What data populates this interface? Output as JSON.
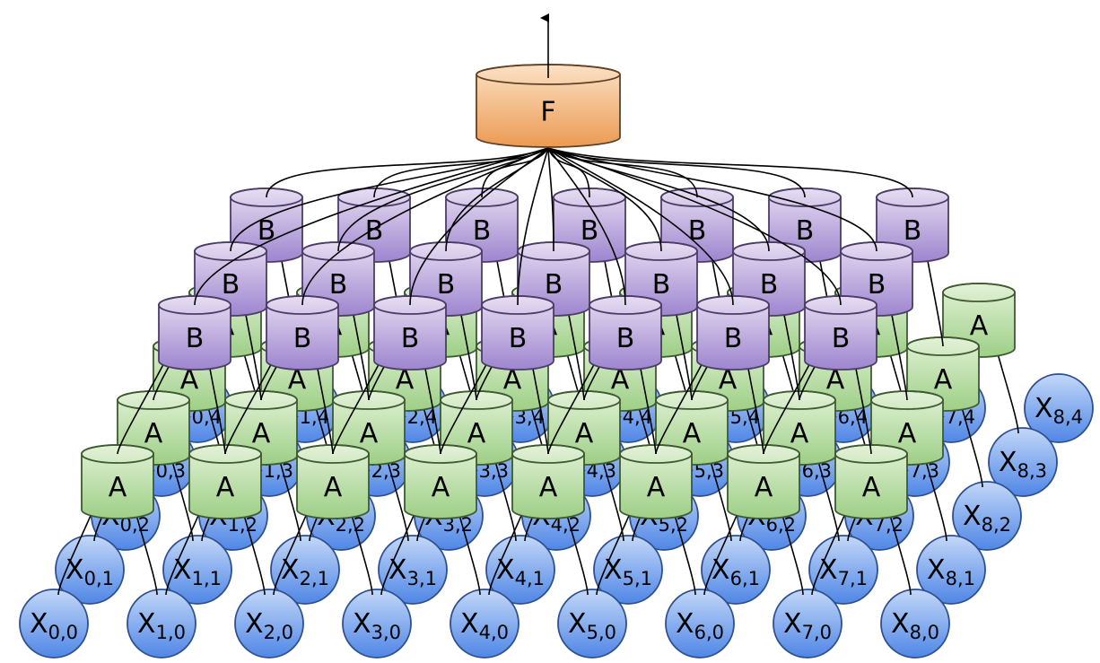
{
  "colors": {
    "x_fill_top": "#c3d8f7",
    "x_fill_bottom": "#4f86e6",
    "x_stroke": "#2d4f8f",
    "a_fill_top": "#e3f2d8",
    "a_fill_bottom": "#9dcf86",
    "a_stroke": "#3e5a33",
    "b_fill_top": "#e7ddf2",
    "b_fill_bottom": "#9d85cf",
    "b_stroke": "#4b3d66",
    "f_fill_top": "#fbe1c4",
    "f_fill_bottom": "#ec9a52",
    "f_stroke": "#5f4226"
  },
  "diagram": {
    "cols": 9,
    "input_rows": 5,
    "input_symbol": "X",
    "inputs": [
      {
        "col": 0,
        "row": 0,
        "subscript": "0,0"
      },
      {
        "col": 1,
        "row": 0,
        "subscript": "1,0"
      },
      {
        "col": 2,
        "row": 0,
        "subscript": "2,0"
      },
      {
        "col": 3,
        "row": 0,
        "subscript": "3,0"
      },
      {
        "col": 4,
        "row": 0,
        "subscript": "4,0"
      },
      {
        "col": 5,
        "row": 0,
        "subscript": "5,0"
      },
      {
        "col": 6,
        "row": 0,
        "subscript": "6,0"
      },
      {
        "col": 7,
        "row": 0,
        "subscript": "7,0"
      },
      {
        "col": 8,
        "row": 0,
        "subscript": "8,0"
      },
      {
        "col": 0,
        "row": 1,
        "subscript": "0,1"
      },
      {
        "col": 1,
        "row": 1,
        "subscript": "1,1"
      },
      {
        "col": 2,
        "row": 1,
        "subscript": "2,1"
      },
      {
        "col": 3,
        "row": 1,
        "subscript": "3,1"
      },
      {
        "col": 4,
        "row": 1,
        "subscript": "4,1"
      },
      {
        "col": 5,
        "row": 1,
        "subscript": "5,1"
      },
      {
        "col": 6,
        "row": 1,
        "subscript": "6,1"
      },
      {
        "col": 7,
        "row": 1,
        "subscript": "7,1"
      },
      {
        "col": 8,
        "row": 1,
        "subscript": "8,1"
      },
      {
        "col": 0,
        "row": 2,
        "subscript": "0,2"
      },
      {
        "col": 1,
        "row": 2,
        "subscript": "1,2"
      },
      {
        "col": 2,
        "row": 2,
        "subscript": "2,2"
      },
      {
        "col": 3,
        "row": 2,
        "subscript": "3,2"
      },
      {
        "col": 4,
        "row": 2,
        "subscript": "4,2"
      },
      {
        "col": 5,
        "row": 2,
        "subscript": "5,2"
      },
      {
        "col": 6,
        "row": 2,
        "subscript": "6,2"
      },
      {
        "col": 7,
        "row": 2,
        "subscript": "7,2"
      },
      {
        "col": 8,
        "row": 2,
        "subscript": "8,2"
      },
      {
        "col": 0,
        "row": 3,
        "subscript": "0,3"
      },
      {
        "col": 1,
        "row": 3,
        "subscript": "1,3"
      },
      {
        "col": 2,
        "row": 3,
        "subscript": "2,3"
      },
      {
        "col": 3,
        "row": 3,
        "subscript": "3,3"
      },
      {
        "col": 4,
        "row": 3,
        "subscript": "4,3"
      },
      {
        "col": 5,
        "row": 3,
        "subscript": "5,3"
      },
      {
        "col": 6,
        "row": 3,
        "subscript": "6,3"
      },
      {
        "col": 7,
        "row": 3,
        "subscript": "7,3"
      },
      {
        "col": 8,
        "row": 3,
        "subscript": "8,3"
      },
      {
        "col": 0,
        "row": 4,
        "subscript": "0,4"
      },
      {
        "col": 1,
        "row": 4,
        "subscript": "1,4"
      },
      {
        "col": 2,
        "row": 4,
        "subscript": "2,4"
      },
      {
        "col": 3,
        "row": 4,
        "subscript": "3,4"
      },
      {
        "col": 4,
        "row": 4,
        "subscript": "4,4"
      },
      {
        "col": 5,
        "row": 4,
        "subscript": "5,4"
      },
      {
        "col": 6,
        "row": 4,
        "subscript": "6,4"
      },
      {
        "col": 7,
        "row": 4,
        "subscript": "7,4"
      },
      {
        "col": 8,
        "row": 4,
        "subscript": "8,4"
      }
    ],
    "a_label": "A",
    "a_columns": 8,
    "a_rows": 4,
    "b_label": "B",
    "b_columns": 7,
    "b_rows": 3,
    "output_label": "F",
    "output_arrow": true
  }
}
